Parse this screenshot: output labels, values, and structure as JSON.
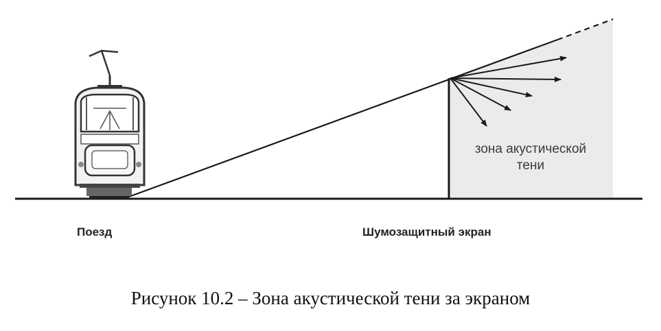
{
  "diagram": {
    "train_label": "Поезд",
    "screen_label": "Шумозащитный экран",
    "zone_label_line1": "зона акустической",
    "zone_label_line2": "тени"
  },
  "caption": "Рисунок 10.2 – Зона акустической тени за экраном",
  "colors": {
    "line": "#1a1a1a",
    "shadow_zone": "#ebebeb",
    "train_body": "#f2f2f2",
    "train_outline": "#333333"
  },
  "icons": {
    "train": "train-icon",
    "noise_screen": "noise-screen",
    "diffraction_arrows": "arrow-icons"
  }
}
